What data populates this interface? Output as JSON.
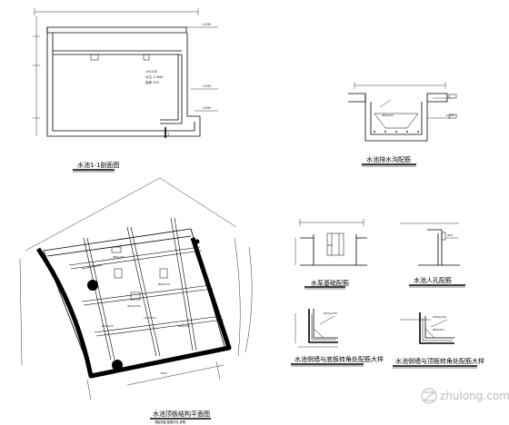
{
  "drawings": {
    "section_1_1": {
      "title": "水池1-1剖面图"
    },
    "drain_trench": {
      "title": "水池排水沟配筋"
    },
    "roof_plan": {
      "title": "水池顶板结构平面图",
      "subtitle": "顶板厚度,配筋详见 说明"
    },
    "detail_a": {
      "title": "水泵基础配筋"
    },
    "detail_b": {
      "title": "水池人孔配筋"
    },
    "detail_c": {
      "title": "水池侧墙与底板转角处配筋大样"
    },
    "detail_d": {
      "title": "水池侧墙与顶板转角处配筋大样"
    }
  },
  "watermark": {
    "text": "zhulong.com",
    "icon": "zhulong-logo-icon"
  },
  "colors": {
    "ink": "#000000",
    "paper": "#ffffff",
    "watermark": "#b9b9b9"
  }
}
